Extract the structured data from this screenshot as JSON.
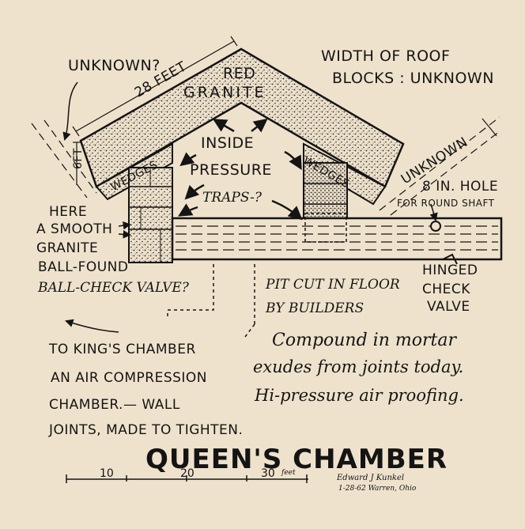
{
  "diagram": {
    "title": "QUEEN'S CHAMBER",
    "labels": {
      "unknown_top": "UNKNOWN?",
      "red": "RED",
      "granite": "GRANITE",
      "dim_28": "28 FEET",
      "dim_6ft": "6FT",
      "width_line1": "WIDTH OF ROOF",
      "width_line2": "BLOCKS : UNKNOWN",
      "inside": "INSIDE",
      "pressure": "PRESSURE",
      "traps": "TRAPS-?",
      "wedges_left": "WEDGES",
      "wedges_right": "WEDGES",
      "unknown_right": "UNKNOWN",
      "hole_8in": "8 IN. HOLE",
      "round_shaft": "FOR ROUND SHAFT",
      "here_1": "HERE",
      "here_2": "A SMOOTH",
      "here_3": "GRANITE",
      "here_4": "BALL-FOUND",
      "ball_check": "BALL-CHECK VALVE?",
      "pit_1": "PIT CUT IN FLOOR",
      "pit_2": "BY BUILDERS",
      "hinged_1": "HINGED",
      "hinged_2": "CHECK",
      "hinged_3": "VALVE",
      "king_1": "TO KING'S CHAMBER",
      "king_2": "AN AIR COMPRESSION",
      "king_3": "CHAMBER.— WALL",
      "king_4": "JOINTS, MADE TO TIGHTEN.",
      "compound_1": "Compound in mortar",
      "compound_2": "exudes from joints today.",
      "compound_3": "Hi-pressure air proofing.",
      "scale_10": "10",
      "scale_20": "20",
      "scale_30": "30",
      "scale_unit": "feet",
      "signature_1": "Edward J Kunkel",
      "signature_2": "1-28-62 Warren, Ohio"
    },
    "colors": {
      "paper": "#efe2cc",
      "ink": "#141414"
    }
  }
}
